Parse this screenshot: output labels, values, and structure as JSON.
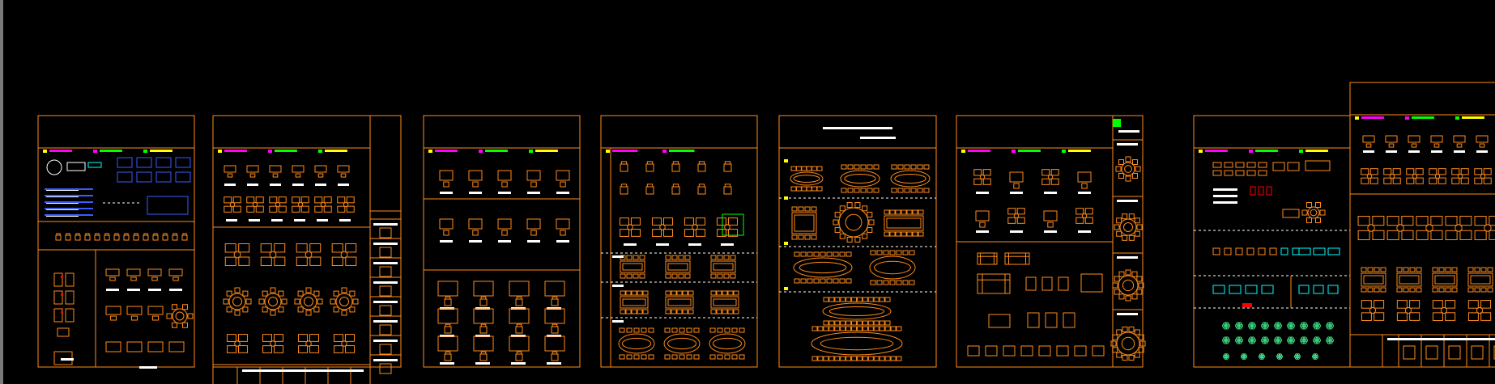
{
  "window": {
    "background": "#000000",
    "canvas": "cad-model-space"
  },
  "colors": {
    "frame": "#ff8c1a",
    "furniture": "#ff8c1a",
    "label_bar": "#ffffff",
    "label_yellow": "#ffff00",
    "label_magenta": "#ff00ff",
    "label_green": "#00ff00",
    "accent_cyan": "#00ffff",
    "accent_red": "#ff0000",
    "accent_blue": "#3a5cff",
    "plant_green": "#3ddc84"
  },
  "sheets": [
    {
      "id": "sheet-1"
    },
    {
      "id": "sheet-2"
    },
    {
      "id": "sheet-3"
    },
    {
      "id": "sheet-4"
    },
    {
      "id": "sheet-5"
    },
    {
      "id": "sheet-6"
    },
    {
      "id": "sheet-7"
    },
    {
      "id": "sheet-8"
    }
  ],
  "icons": [
    "cad-furniture-symbol-icon",
    "chair-icon",
    "table-icon",
    "plant-icon"
  ]
}
